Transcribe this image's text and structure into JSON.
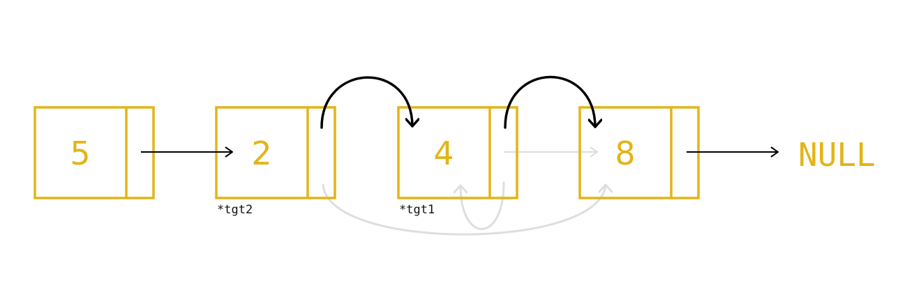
{
  "nodes": [
    {
      "value": "5"
    },
    {
      "value": "2"
    },
    {
      "value": "4"
    },
    {
      "value": "8"
    }
  ],
  "null_label": "NULL",
  "pointer_labels": {
    "tgt2": "*tgt2",
    "tgt1": "*tgt1"
  },
  "colors": {
    "node": "#e3b417",
    "arrow": "#000000",
    "old_link": "#dcdcdc"
  }
}
